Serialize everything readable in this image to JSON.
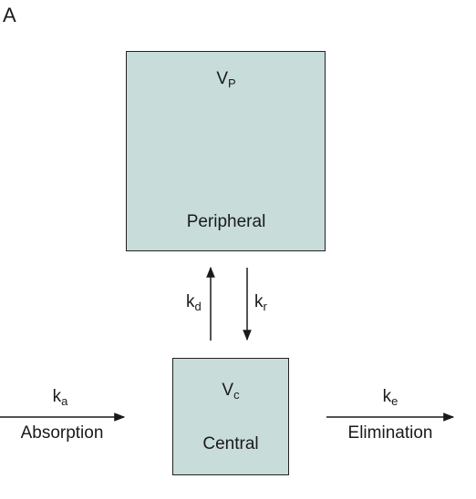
{
  "panel_label": "A",
  "compartments": {
    "peripheral": {
      "volume_main": "V",
      "volume_sub": "P",
      "name": "Peripheral"
    },
    "central": {
      "volume_main": "V",
      "volume_sub": "c",
      "name": "Central"
    }
  },
  "rates": {
    "kd": {
      "main": "k",
      "sub": "d"
    },
    "kr": {
      "main": "k",
      "sub": "r"
    },
    "ka": {
      "main": "k",
      "sub": "a"
    },
    "ke": {
      "main": "k",
      "sub": "e"
    }
  },
  "processes": {
    "absorption": "Absorption",
    "elimination": "Elimination"
  },
  "colors": {
    "compartment_fill": "#c8dcda",
    "stroke": "#1a1a1a"
  }
}
